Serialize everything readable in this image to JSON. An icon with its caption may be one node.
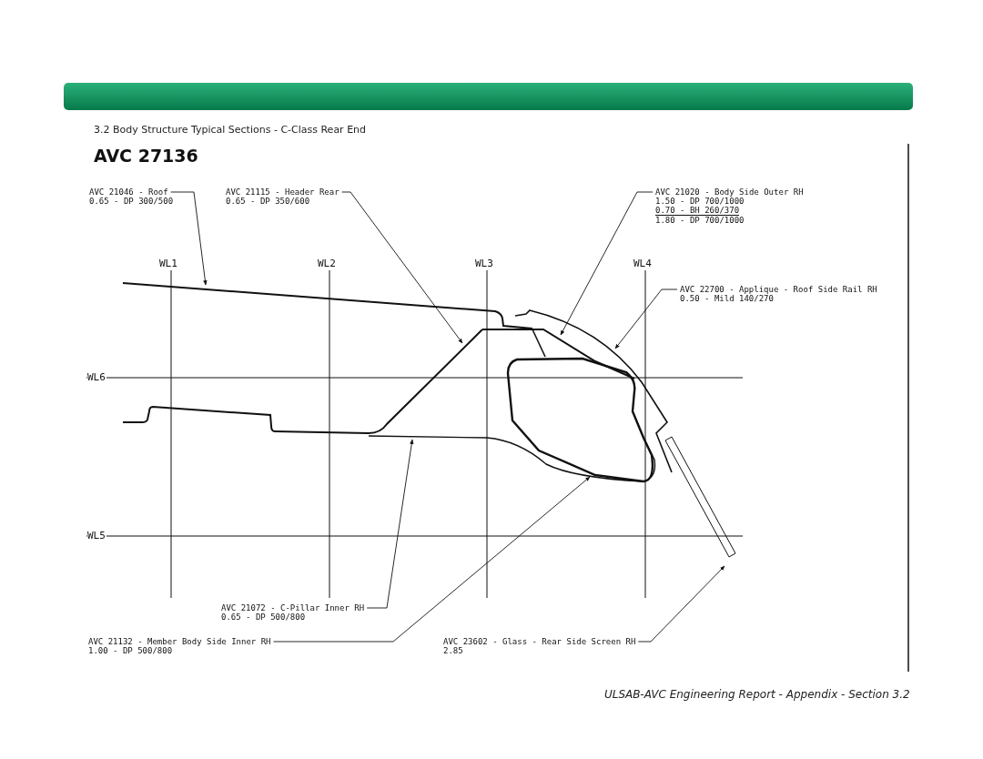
{
  "diagram": {
    "title": "AVC 27136",
    "caption": "ULSAB-AVC Engineering Report - Appendix - Section 3.2",
    "nodes": [
      {
        "text": [
          "AVC 21046 - Roof",
          "0.65 - DP 300/500"
        ]
      },
      {
        "text": [
          "AVC 21115 - Header Rear",
          "0.65 - DP 350/600"
        ]
      },
      {
        "text": [
          "AVC 21020 - Body Side Outer RH",
          "1.50 - DP 700/1000",
          "0.70 - BH 260/370",
          "1.80 - DP 700/1000"
        ]
      },
      {
        "text": [
          "AVC 22700 - Applique - Roof Side Rail RH",
          "0.50 - Mild 140/270"
        ]
      },
      {
        "text": [
          "AVC 21072 - C-Pillar Inner RH",
          "0.65 - DP 500/800"
        ]
      },
      {
        "text": [
          "AVC 21132 - Member Body Side Inner RH",
          "1.00 - DP 500/800"
        ]
      },
      {
        "text": [
          "AVC 23602 - Glass - Rear Side Screen RH",
          "2.85"
        ]
      }
    ],
    "edges": [
      {
        "from": 0,
        "to": null,
        "arrow": "to"
      },
      {
        "from": 1,
        "to": null,
        "arrow": "to"
      },
      {
        "from": 2,
        "to": null,
        "arrow": "to"
      },
      {
        "from": 3,
        "to": null,
        "arrow": "to"
      },
      {
        "from": 4,
        "to": null,
        "arrow": "to"
      },
      {
        "from": 5,
        "to": null,
        "arrow": "to"
      },
      {
        "from": 6,
        "to": null,
        "arrow": "to"
      }
    ],
    "labels": [
      "3.2  Body Structure Typical Sections - C-Class Rear End",
      "WL1",
      "WL2",
      "WL3",
      "WL4",
      "WL6",
      "WL5"
    ]
  }
}
